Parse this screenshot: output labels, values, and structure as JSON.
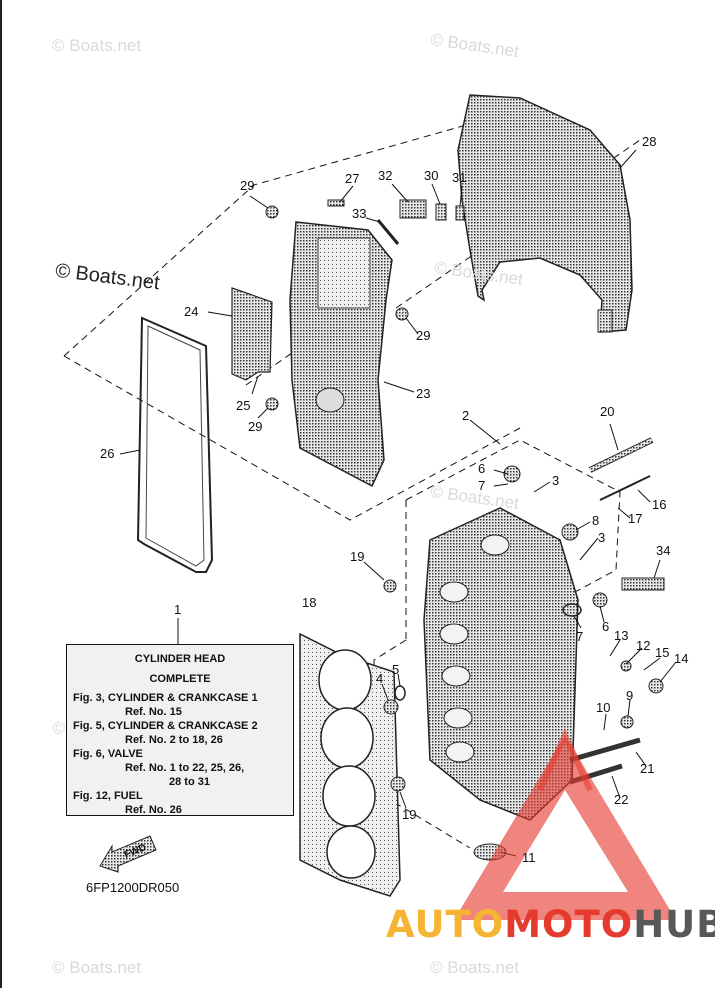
{
  "watermarks": [
    "© Boats.net"
  ],
  "main_watermark": "© Boats.net",
  "callouts": [
    "1",
    "2",
    "3",
    "3",
    "4",
    "5",
    "6",
    "6",
    "7",
    "7",
    "8",
    "9",
    "10",
    "11",
    "12",
    "13",
    "14",
    "15",
    "16",
    "17",
    "18",
    "19",
    "19",
    "20",
    "21",
    "22",
    "23",
    "24",
    "25",
    "26",
    "27",
    "28",
    "29",
    "29",
    "29",
    "30",
    "31",
    "32",
    "33",
    "34"
  ],
  "reference_box": {
    "title_1": "CYLINDER HEAD",
    "title_2": "COMPLETE",
    "lines": [
      "Fig. 3, CYLINDER & CRANKCASE 1",
      "Ref. No. 15",
      "Fig. 5, CYLINDER & CRANKCASE 2",
      "Ref. No. 2 to 18, 26",
      "Fig. 6, VALVE",
      "Ref. No. 1 to 22, 25, 26,",
      "28 to 31",
      "Fig. 12, FUEL",
      "Ref. No. 26"
    ]
  },
  "diagram_code": "6FP1200DR050",
  "fwd_label": "FWD",
  "brand": {
    "part1": "AUTO",
    "part2": "MOTO",
    "part3": "HUB",
    "colors": {
      "auto": "#f5b533",
      "moto": "#e53a2e",
      "hub": "#585858"
    }
  }
}
